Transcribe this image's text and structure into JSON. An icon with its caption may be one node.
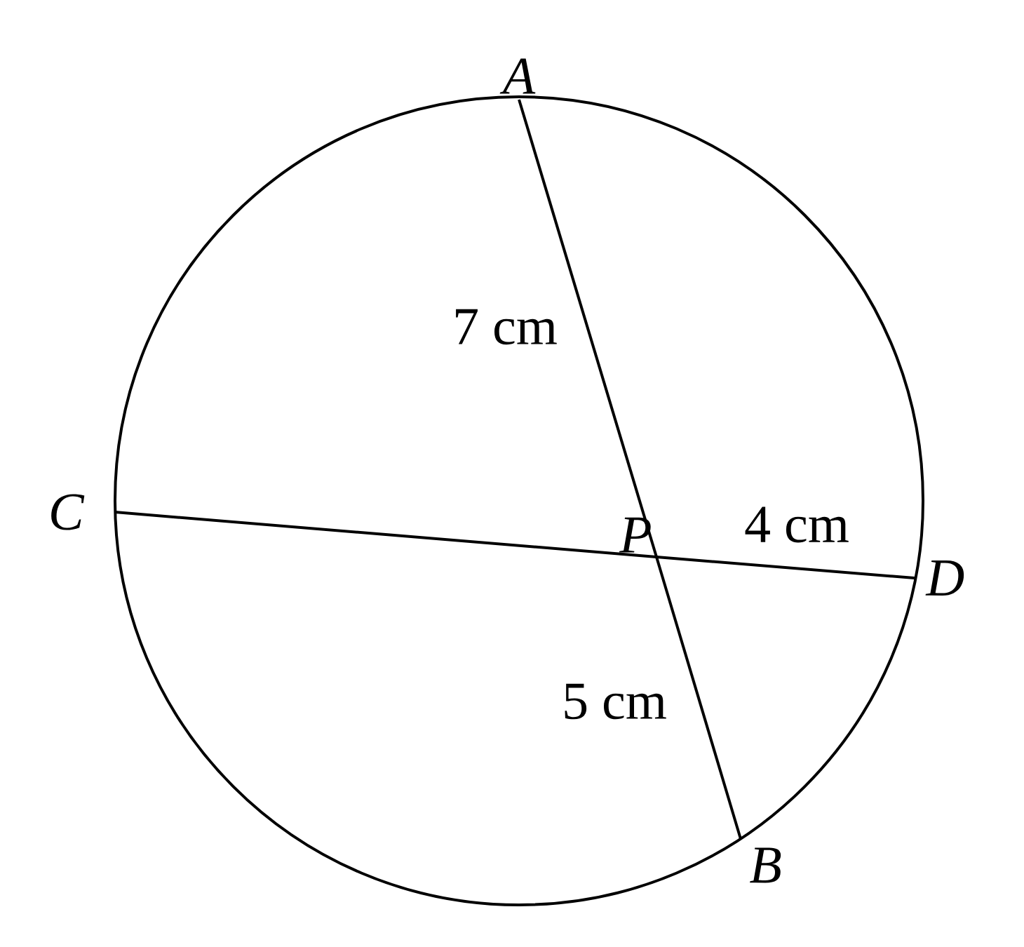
{
  "diagram": {
    "nodes": [
      {
        "text": [
          "A"
        ]
      },
      {
        "text": [
          "B"
        ]
      },
      {
        "text": [
          "C"
        ]
      },
      {
        "text": [
          "D"
        ]
      },
      {
        "text": [
          "P"
        ]
      }
    ],
    "edges": [
      {
        "from": 0,
        "to": 4,
        "arrow": "none",
        "label": "7 cm"
      },
      {
        "from": 4,
        "to": 1,
        "arrow": "none",
        "label": "5 cm"
      },
      {
        "from": 2,
        "to": 4,
        "arrow": "none"
      },
      {
        "from": 4,
        "to": 3,
        "arrow": "none",
        "label": "4 cm"
      }
    ]
  }
}
